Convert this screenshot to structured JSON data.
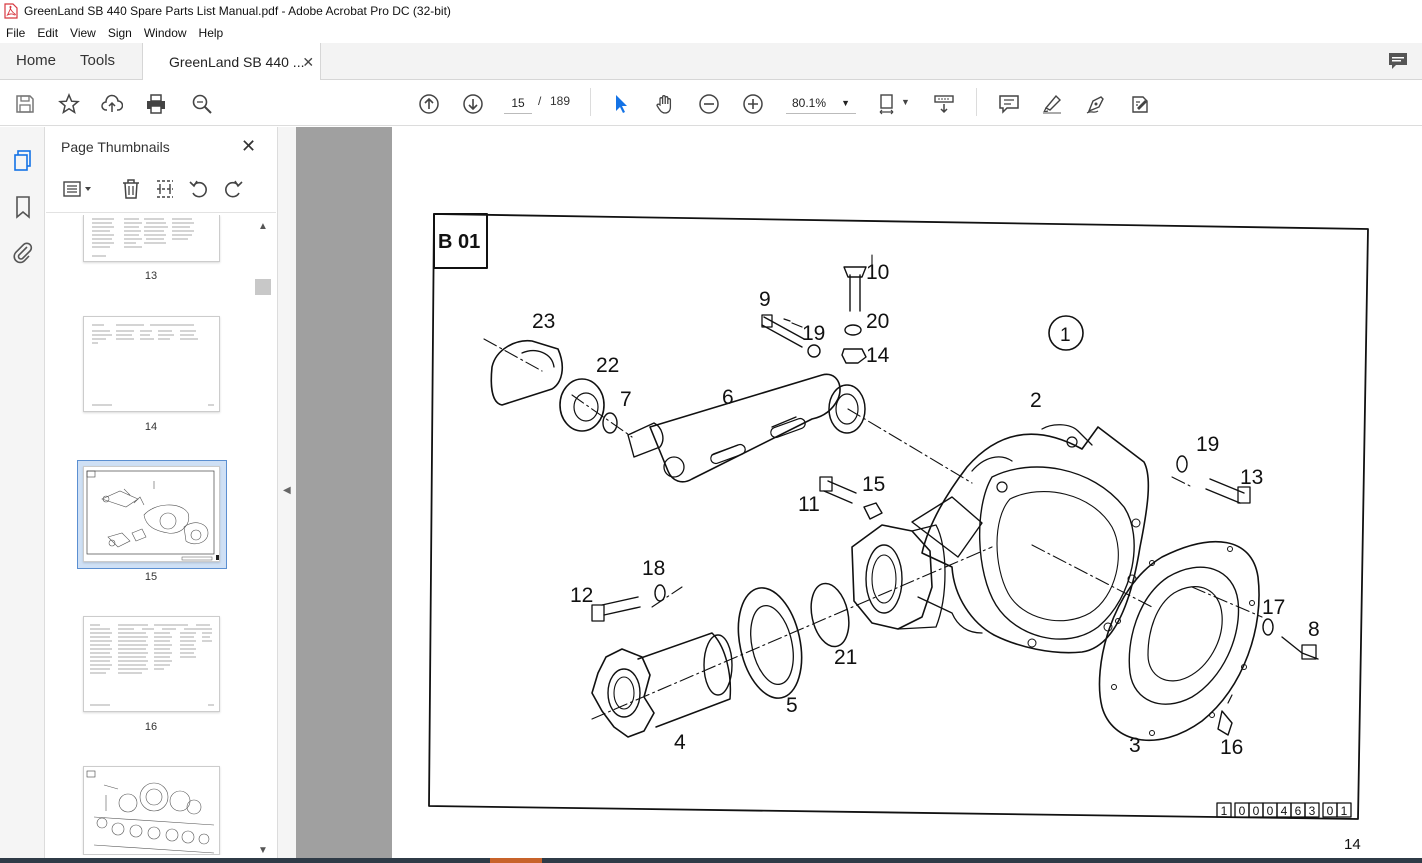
{
  "window": {
    "title": "GreenLand SB 440 Spare Parts List Manual.pdf - Adobe Acrobat Pro DC (32-bit)"
  },
  "menu": [
    "File",
    "Edit",
    "View",
    "Sign",
    "Window",
    "Help"
  ],
  "tabs": {
    "home": "Home",
    "tools": "Tools",
    "document": "GreenLand SB 440 ..."
  },
  "toolbar": {
    "current_page": "15",
    "page_separator": "/",
    "total_pages": "189",
    "zoom": "80.1%"
  },
  "panel": {
    "title": "Page Thumbnails",
    "thumbnails": [
      {
        "label": "13"
      },
      {
        "label": "14"
      },
      {
        "label": "15"
      },
      {
        "label": "16"
      },
      {
        "label": ""
      }
    ]
  },
  "page": {
    "section_label": "B 01",
    "group_label": "1",
    "part_labels": [
      "2",
      "3",
      "4",
      "5",
      "6",
      "7",
      "8",
      "9",
      "10",
      "11",
      "12",
      "13",
      "14",
      "15",
      "16",
      "17",
      "18",
      "19",
      "19",
      "20",
      "21",
      "22",
      "23"
    ],
    "drawing_number": [
      "1",
      "0",
      "0",
      "0",
      "4",
      "6",
      "3",
      "0",
      "1"
    ],
    "page_number": "14"
  },
  "colors": {
    "accent_blue": "#1473e6",
    "pdf_red": "#d7373f",
    "doc_gray": "#a0a0a0"
  }
}
